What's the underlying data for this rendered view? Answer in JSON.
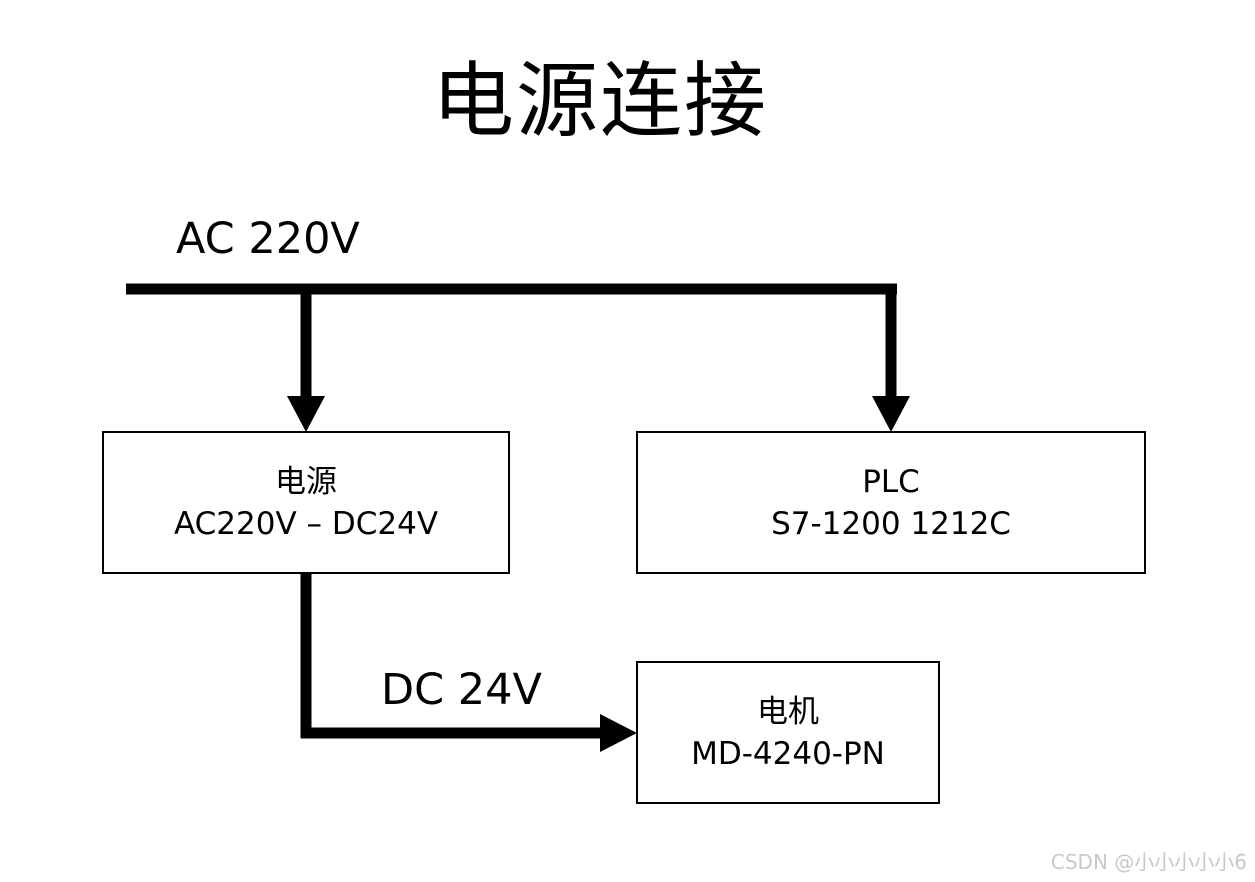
{
  "title": "电源连接",
  "bus": {
    "ac_label": "AC 220V",
    "dc_label": "DC 24V"
  },
  "nodes": {
    "power_supply": {
      "line1": "电源",
      "line2": "AC220V – DC24V"
    },
    "plc": {
      "line1": "PLC",
      "line2": "S7-1200 1212C"
    },
    "motor": {
      "line1": "电机",
      "line2": "MD-4240-PN"
    }
  },
  "watermark": "CSDN @小小小小小6",
  "colors": {
    "line": "#000000",
    "background": "#ffffff",
    "watermark": "#c8c8c8"
  }
}
